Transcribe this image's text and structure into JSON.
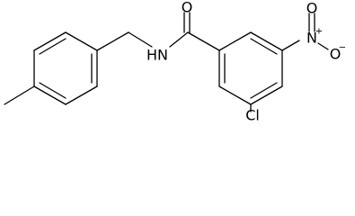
{
  "molecule": {
    "atoms": {
      "carbonyl_oxygen": "O",
      "amide_nitrogen": "N",
      "amide_hydrogen": "H",
      "nitro_nitrogen": "N",
      "nitro_nitrogen_charge": "+",
      "nitro_oxygen_top": "O",
      "nitro_oxygen_right": "O",
      "nitro_oxygen_charge": "−",
      "chlorine": "Cl"
    }
  }
}
